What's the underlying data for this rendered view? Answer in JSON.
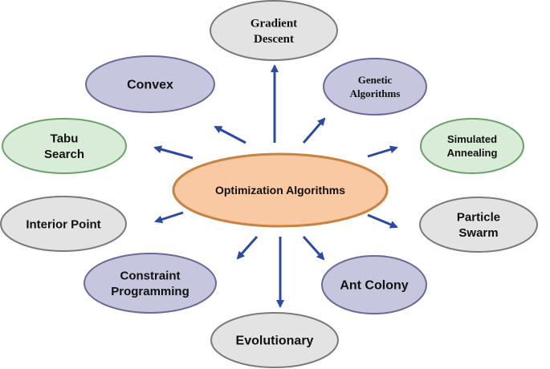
{
  "center": {
    "label": "Optimization Algorithms",
    "fill": "#f9c9a4",
    "stroke": "#c9823f",
    "text_color": "#8b1a1a"
  },
  "arrow_color": "#2b4aa8",
  "palette": {
    "gray": {
      "fill": "#e3e3e3",
      "stroke": "#7a7a7a"
    },
    "purple": {
      "fill": "#c6c6de",
      "stroke": "#6a6a9a"
    },
    "green": {
      "fill": "#d8ecd8",
      "stroke": "#6aa06a"
    }
  },
  "nodes": [
    {
      "id": "gradient-descent",
      "lines": [
        "Gradient",
        "Descent"
      ],
      "color": "gray",
      "text_color": "#8b1a1a"
    },
    {
      "id": "genetic-algorithms",
      "lines": [
        "Genetic",
        "Algorithms"
      ],
      "color": "purple",
      "text_color": "#222222"
    },
    {
      "id": "simulated-annealing",
      "lines": [
        "Simulated",
        "Annealing"
      ],
      "color": "green",
      "text_color": "#111111"
    },
    {
      "id": "particle-swarm",
      "lines": [
        "Particle",
        "Swarm"
      ],
      "color": "gray",
      "text_color": "#111111"
    },
    {
      "id": "ant-colony",
      "lines": [
        "Ant Colony"
      ],
      "color": "purple",
      "text_color": "#111111"
    },
    {
      "id": "evolutionary",
      "lines": [
        "Evolutionary"
      ],
      "color": "gray",
      "text_color": "#111111"
    },
    {
      "id": "constraint-programming",
      "lines": [
        "Constraint",
        "Programming"
      ],
      "color": "purple",
      "text_color": "#111111"
    },
    {
      "id": "interior-point",
      "lines": [
        "Interior Point"
      ],
      "color": "gray",
      "text_color": "#111111"
    },
    {
      "id": "tabu-search",
      "lines": [
        "Tabu",
        "Search"
      ],
      "color": "green",
      "text_color": "#111111"
    },
    {
      "id": "convex",
      "lines": [
        "Convex"
      ],
      "color": "purple",
      "text_color": "#111111"
    }
  ]
}
